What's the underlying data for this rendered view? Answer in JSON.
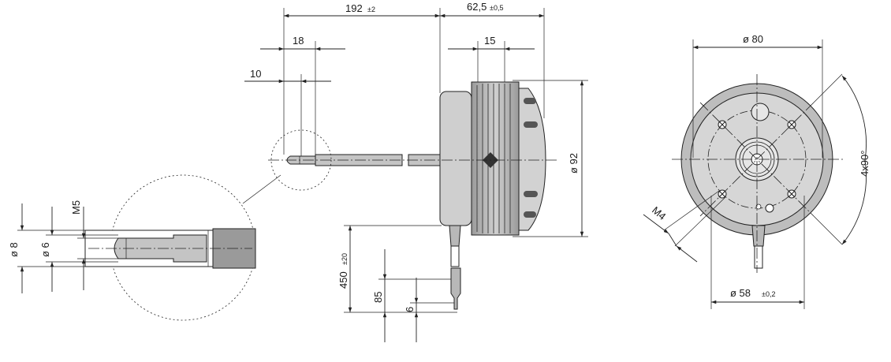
{
  "drawing": {
    "dim_192": "192",
    "dim_192_tol": "±2",
    "dim_62_5": "62,5",
    "dim_62_5_tol": "±0,5",
    "dim_18": "18",
    "dim_10": "10",
    "dim_15": "15",
    "dim_dia92": "ø 92",
    "dim_dia80": "ø 80",
    "dim_4x90": "4x90°",
    "dim_M4": "M4",
    "dim_dia58": "ø 58",
    "dim_dia58_tol": "±0,2",
    "dim_450": "450",
    "dim_450_tol": "±20",
    "dim_85": "85",
    "dim_6": "6",
    "dim_M5": "M5",
    "dim_dia8": "ø 8",
    "dim_dia6": "ø 6"
  },
  "colors": {
    "line": "#222222",
    "body_fill": "#bdbdbd",
    "body_dark": "#8f8f8f",
    "front_fill": "#cfcfcf",
    "hub_fill": "#e6e6e6"
  }
}
